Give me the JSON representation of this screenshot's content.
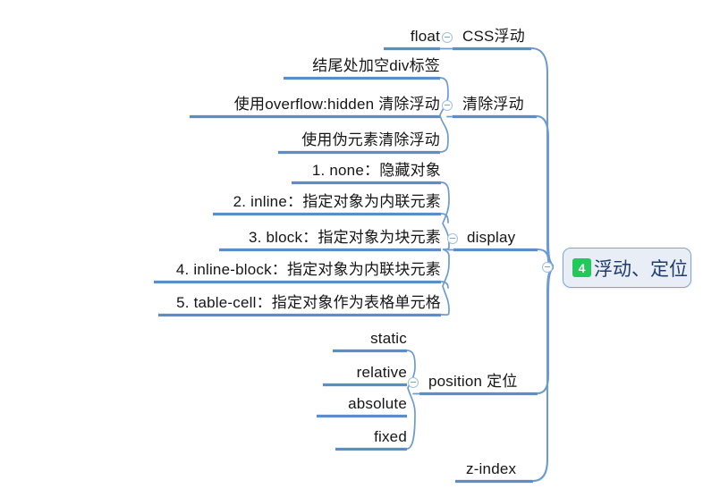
{
  "mindmap": {
    "root": {
      "badge": "4",
      "text": "浮动、定位"
    },
    "branches": [
      {
        "label": "CSS浮动",
        "children": [
          {
            "label": "float"
          }
        ]
      },
      {
        "label": "清除浮动",
        "children": [
          {
            "label": "结尾处加空div标签"
          },
          {
            "label": "使用overflow:hidden 清除浮动"
          },
          {
            "label": "使用伪元素清除浮动"
          }
        ]
      },
      {
        "label": "display",
        "children": [
          {
            "label": "1. none：隐藏对象"
          },
          {
            "label": "2. inline：指定对象为内联元素"
          },
          {
            "label": "3. block：指定对象为块元素"
          },
          {
            "label": "4. inline-block：指定对象为内联块元素"
          },
          {
            "label": "5. table-cell：指定对象作为表格单元格"
          }
        ]
      },
      {
        "label": "position 定位",
        "children": [
          {
            "label": "static"
          },
          {
            "label": "relative"
          },
          {
            "label": "absolute"
          },
          {
            "label": "fixed"
          }
        ]
      },
      {
        "label": "z-index",
        "children": []
      }
    ],
    "colors": {
      "branch_line": "#5b8dc8",
      "connector": "#6d9bd1",
      "root_fill": "#e9eef6",
      "root_border": "#7aa6d6",
      "root_text": "#1f3c6e",
      "badge": "#22c95a",
      "text": "#161616"
    },
    "toggles": [
      {
        "name": "toggle-css-float"
      },
      {
        "name": "toggle-clear-float"
      },
      {
        "name": "toggle-display"
      },
      {
        "name": "toggle-position"
      },
      {
        "name": "toggle-root"
      }
    ]
  }
}
